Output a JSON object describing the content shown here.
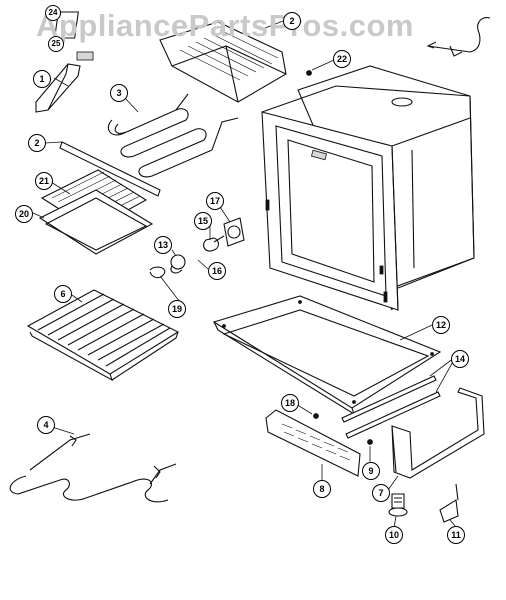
{
  "watermark": "AppliancePartsPros.com",
  "callouts": [
    {
      "id": "c24",
      "label": "24"
    },
    {
      "id": "c25",
      "label": "25"
    },
    {
      "id": "c1",
      "label": "1"
    },
    {
      "id": "c2a",
      "label": "2"
    },
    {
      "id": "c2b",
      "label": "2"
    },
    {
      "id": "c22",
      "label": "22"
    },
    {
      "id": "c3",
      "label": "3"
    },
    {
      "id": "c21",
      "label": "21"
    },
    {
      "id": "c20",
      "label": "20"
    },
    {
      "id": "c17",
      "label": "17"
    },
    {
      "id": "c15",
      "label": "15"
    },
    {
      "id": "c13",
      "label": "13"
    },
    {
      "id": "c16",
      "label": "16"
    },
    {
      "id": "c19",
      "label": "19"
    },
    {
      "id": "c6",
      "label": "6"
    },
    {
      "id": "c12",
      "label": "12"
    },
    {
      "id": "c14",
      "label": "14"
    },
    {
      "id": "c18",
      "label": "18"
    },
    {
      "id": "c4",
      "label": "4"
    },
    {
      "id": "c9",
      "label": "9"
    },
    {
      "id": "c8",
      "label": "8"
    },
    {
      "id": "c7",
      "label": "7"
    },
    {
      "id": "c10",
      "label": "10"
    },
    {
      "id": "c11",
      "label": "11"
    }
  ]
}
